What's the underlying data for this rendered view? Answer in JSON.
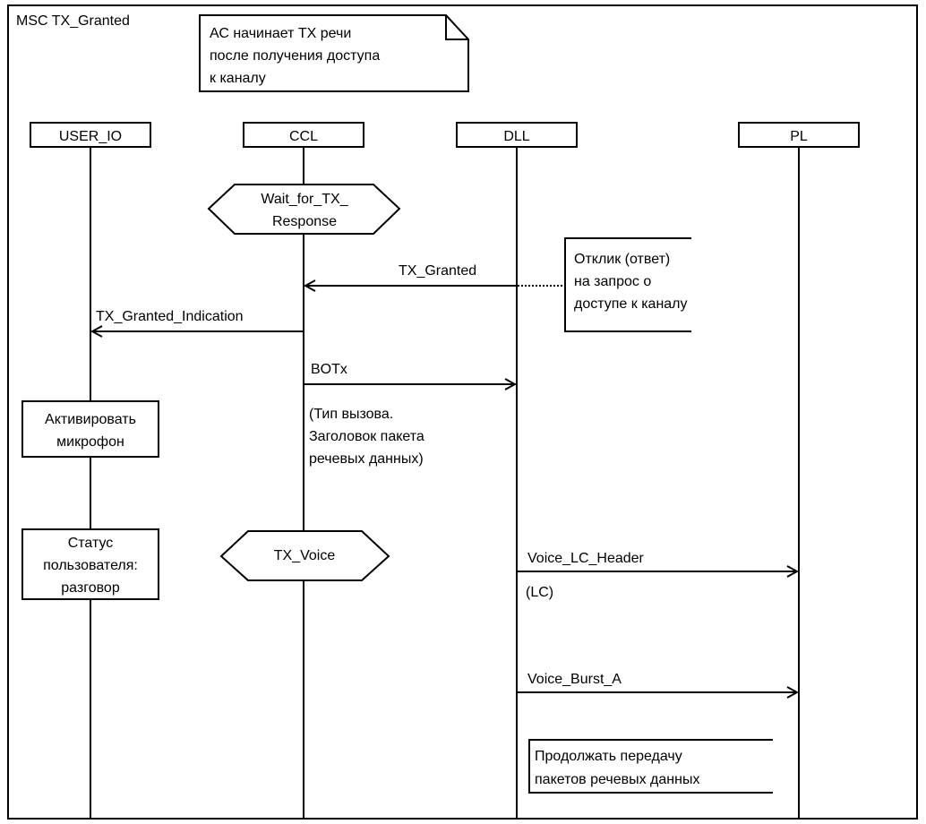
{
  "diagram": {
    "title": "MSC TX_Granted",
    "top_note": [
      "АС начинает TX речи",
      "после получения доступа",
      "к каналу"
    ],
    "lifelines": {
      "user_io": "USER_IO",
      "ccl": "CCL",
      "dll": "DLL",
      "pl": "PL"
    },
    "states": {
      "wait_for_tx_response": [
        "Wait_for_TX_",
        "Response"
      ],
      "tx_voice": [
        "TX_Voice"
      ]
    },
    "messages": {
      "tx_granted": "TX_Granted",
      "tx_granted_indication": "TX_Granted_Indication",
      "botx": "BOTx",
      "botx_params": [
        "(Тип вызова.",
        "Заголовок пакета",
        "речевых данных)"
      ],
      "voice_lc_header": "Voice_LC_Header",
      "voice_lc_header_param": "(LC)",
      "voice_burst_a": "Voice_Burst_A"
    },
    "comments": {
      "response_note": [
        "Отклик (ответ)",
        "на запрос о",
        "доступе к каналу"
      ],
      "continue_note": [
        "Продолжать передачу",
        "пакетов речевых данных"
      ]
    },
    "actions": {
      "activate_mic": [
        "Активировать",
        "микрофон"
      ],
      "user_status": [
        "Статус",
        "пользователя:",
        "разговор"
      ]
    }
  }
}
